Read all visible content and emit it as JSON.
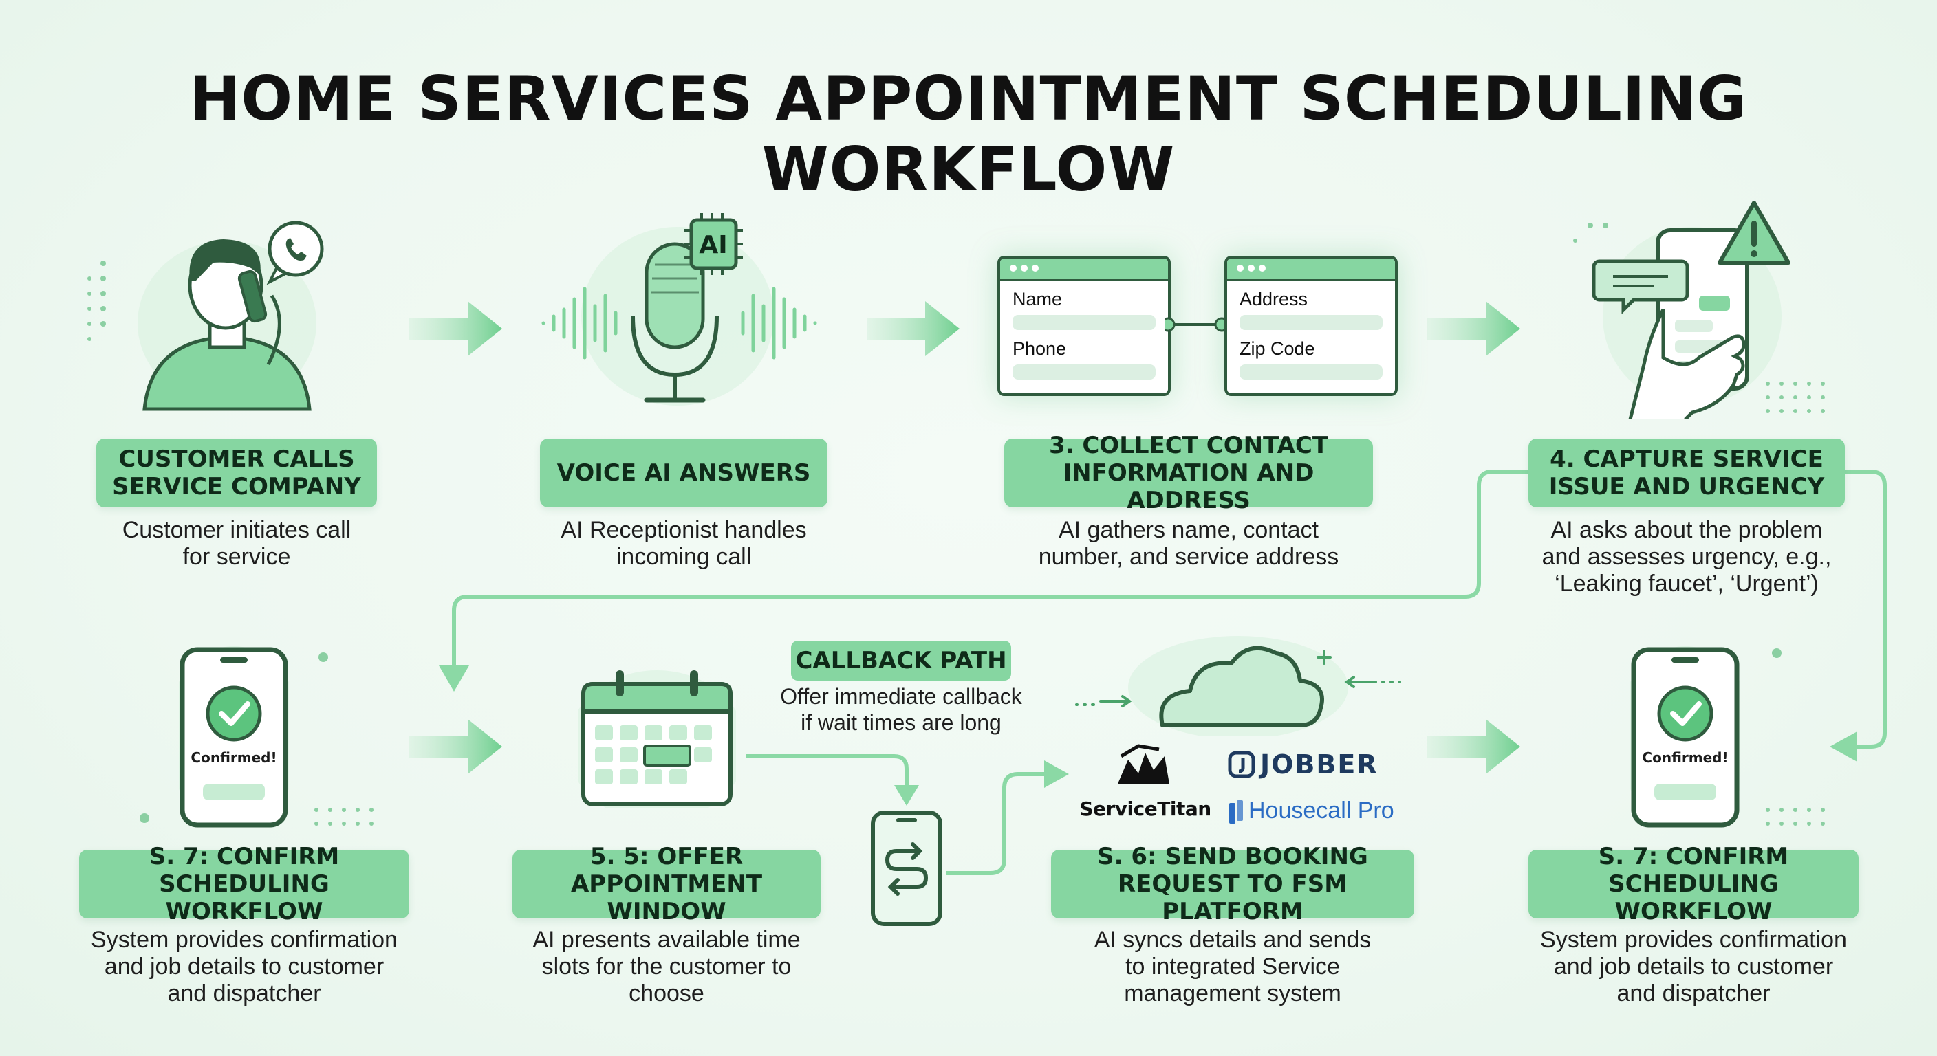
{
  "title": "HOME SERVICES APPOINTMENT SCHEDULING WORKFLOW",
  "colors": {
    "accent": "#86d6a1",
    "dark_green": "#2f5b3e",
    "arrow": "#7fd39b",
    "background": "#eef8f1"
  },
  "steps": [
    {
      "label": "CUSTOMER CALLS\nSERVICE COMPANY",
      "description": "Customer initiates call\nfor service",
      "icon": "person-calling-icon"
    },
    {
      "label": "VOICE AI ANSWERS",
      "description": "AI Receptionist handles\nincoming call",
      "icon": "ai-microphone-icon",
      "badge": "AI"
    },
    {
      "label": "3. COLLECT CONTACT\nINFORMATION AND ADDRESS",
      "description": "AI gathers name, contact\nnumber, and service address",
      "icon": "contact-form-icon"
    },
    {
      "label": "4. CAPTURE SERVICE\nISSUE AND URGENCY",
      "description": "AI asks about the problem\nand assesses urgency, e.g.,\n‘Leaking faucet’, ‘Urgent’)",
      "icon": "phone-alert-icon"
    },
    {
      "label": "S. 7: CONFIRM\nSCHEDULING WORKFLOW",
      "description": "System provides confirmation\nand job details to customer\nand dispatcher",
      "icon": "phone-confirmed-icon"
    },
    {
      "label": "5. 5: OFFER\nAPPOINTMENT WINDOW",
      "description": "AI presents available time\nslots for the customer to\nchoose",
      "icon": "calendar-icon"
    },
    {
      "label": "S. 6: SEND BOOKING\nREQUEST TO FSM PLATFORM",
      "description": "AI syncs details and sends\nto integrated Service\nmanagement system",
      "icon": "cloud-sync-icon"
    },
    {
      "label": "S. 7: CONFIRM\nSCHEDULING WORKFLOW",
      "description": "System provides confirmation\nand job details to customer\nand dispatcher",
      "icon": "phone-confirmed-icon"
    }
  ],
  "form": {
    "left_fields": [
      "Name",
      "Phone"
    ],
    "right_fields": [
      "Address",
      "Zip Code"
    ]
  },
  "confirmed_text": "Confirmed!",
  "callback": {
    "label": "CALLBACK PATH",
    "description": "Offer immediate callback\nif wait times are long",
    "icon": "callback-phone-icon"
  },
  "platforms": [
    "ServiceTitan",
    "JOBBER",
    "Housecall Pro"
  ]
}
